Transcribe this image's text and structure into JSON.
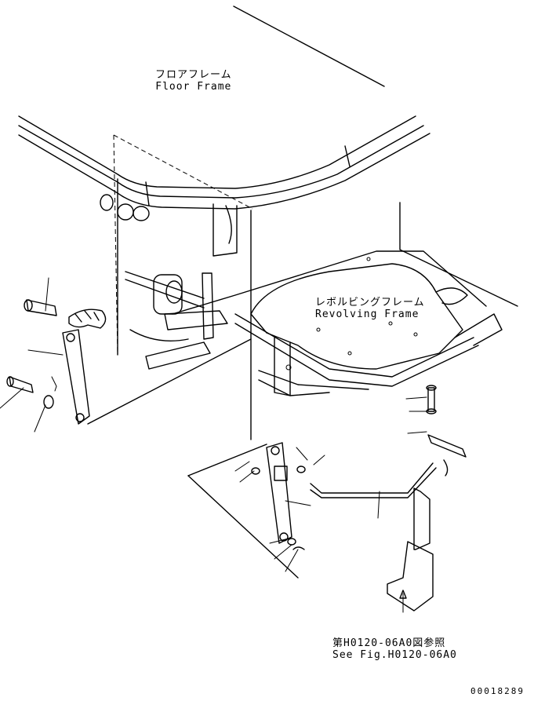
{
  "labels": {
    "floor_frame_jp": "フロアフレーム",
    "floor_frame_en": "Floor Frame",
    "revolving_frame_jp": "レボルビングフレーム",
    "revolving_frame_en": "Revolving Frame",
    "reference_jp": "第H0120-06A0図参照",
    "reference_en": "See Fig.H0120-06A0"
  },
  "drawing_number": "00018289"
}
